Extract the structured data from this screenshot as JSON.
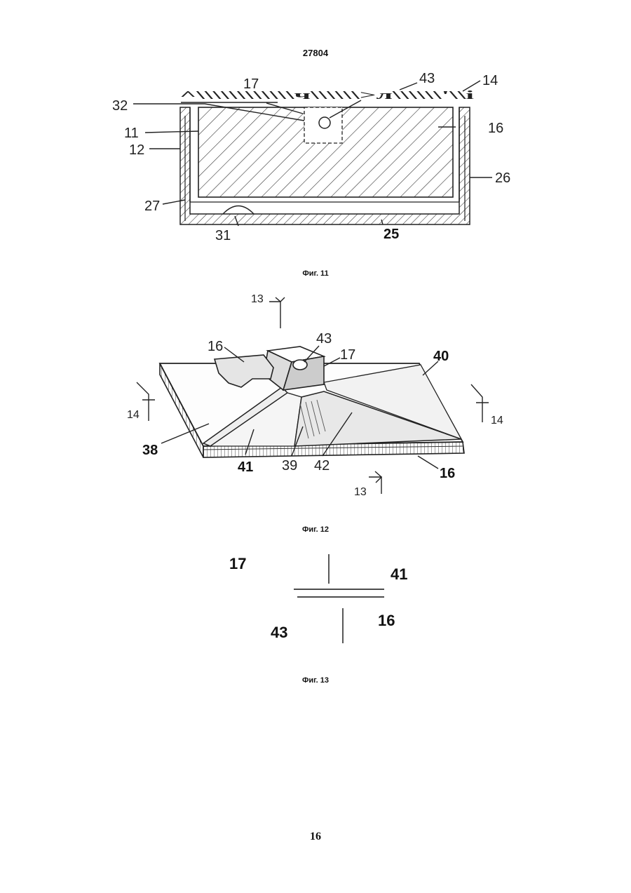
{
  "document": {
    "number": "27804",
    "page_number": "16"
  },
  "fig11": {
    "caption": "Фиг. 11",
    "top_scribble": "^\\\\\\\\\\\\\\\\\\\\\\\\ч\\\\\\\\\\\\>л\\\\\\\\\\\\'\\\\і",
    "labels": {
      "l17": "17",
      "l43": "43",
      "l14": "14",
      "l32": "32",
      "l11": "11",
      "l12": "12",
      "l16": "16",
      "l26": "26",
      "l27": "27",
      "l31": "31",
      "l25": "25"
    }
  },
  "fig12": {
    "caption": "Фиг. 12",
    "labels": {
      "l13_top": "13",
      "l16_top": "16",
      "l43": "43",
      "l17": "17",
      "l40": "40",
      "l14_left": "14",
      "l14_right": "14",
      "l38": "38",
      "l41": "41",
      "l39": "39",
      "l42": "42",
      "l16_bottom": "16",
      "l13_bottom": "13"
    }
  },
  "fig13": {
    "caption": "Фиг. 13",
    "labels": {
      "l17": "17",
      "l41": "41",
      "l16": "16",
      "l43": "43"
    }
  }
}
